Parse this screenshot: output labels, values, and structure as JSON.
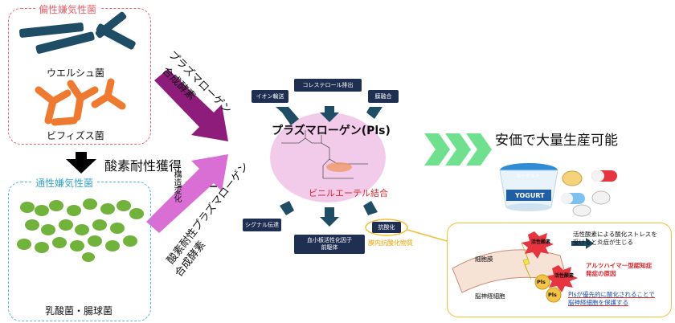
{
  "left": {
    "anaerobe_title": "偏性嫌気性菌",
    "welsh_label": "ウエルシュ菌",
    "bifido_label": "ビフィズス菌",
    "oxygen_label": "酸素耐性獲得",
    "facultative_title": "通性嫌気性菌",
    "lactic_label": "乳酸菌・腸球菌",
    "structure_change": "構造変化"
  },
  "arrows": {
    "top_enzyme_line1": "プラズマローゲン",
    "top_enzyme_line2": "合成酵素",
    "bottom_enzyme_line1": "酸素耐性プラズマローゲン",
    "bottom_enzyme_line2": "合成酵素"
  },
  "center": {
    "title": "プラズマローゲン(Pls)",
    "vinyl_label": "ビニルエーテル結合",
    "functions": [
      "イオン輸送",
      "コレステロール排出",
      "膜融合",
      "シグナル伝達",
      "血小板活性化因子\n前駆体",
      "抗酸化"
    ],
    "antioxidant_note": "膜内抗酸化物質"
  },
  "right": {
    "mass_production": "安価で大量生産可能",
    "yogurt_label": "YOGURT",
    "yogurt_cup_label": "ヨーグルト"
  },
  "detail": {
    "ros1": "活性酸素",
    "ros2": "活性酸素",
    "membrane": "細胞膜",
    "neuron": "脳神経細胞",
    "pls1": "Pls",
    "pls2": "Pls",
    "stress_line1": "活性酸素による酸化ストレスを",
    "stress_line2": "受けると炎症が生じる",
    "alz_line1": "アルツハイマー型認知症",
    "alz_line2": "発症の原因",
    "protect_line1": "Plsが優先的に酸化されることで",
    "protect_line2": "脳神経細胞を保護する"
  },
  "colors": {
    "purple_arrow": "#8d1c7b",
    "pink_arrow": "#d96fd4",
    "bacteria_blue": "#1f4d66",
    "bifido_orange": "#ef7a2f",
    "lactic_green": "#71b23a",
    "navy_box": "#1e2f52",
    "chevron_green": "#6fe08e",
    "ellipse": "#f3cbea"
  }
}
